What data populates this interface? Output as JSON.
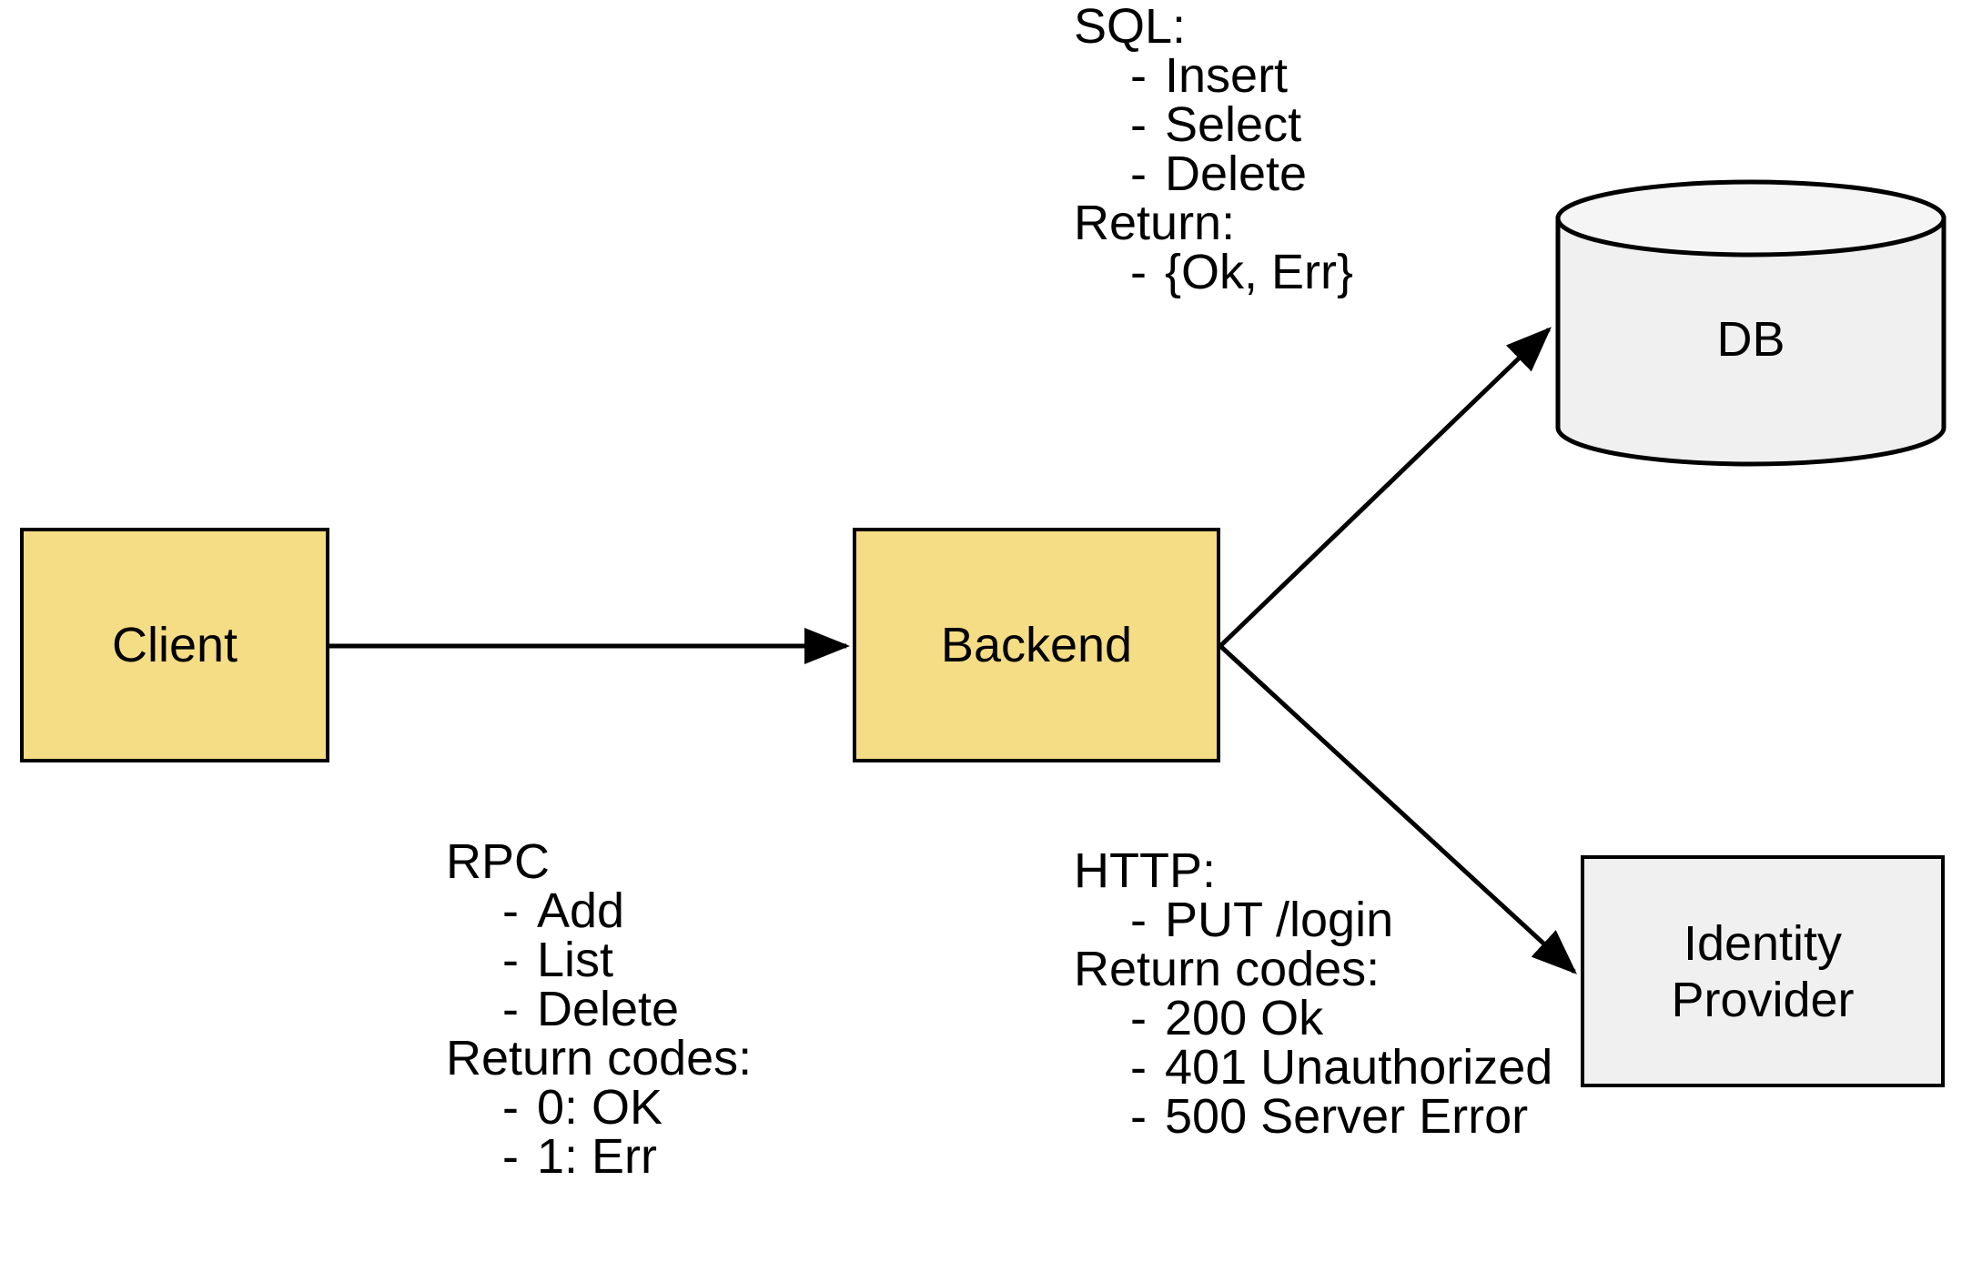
{
  "diagram": {
    "type": "architecture-flow",
    "background_color": "#ffffff",
    "node_fill_primary": "#f5dd85",
    "node_fill_secondary": "#f0f0f0",
    "stroke_color": "#000000"
  },
  "nodes": {
    "client": {
      "label": "Client",
      "shape": "rectangle",
      "fill": "#f5dd85"
    },
    "backend": {
      "label": "Backend",
      "shape": "rectangle",
      "fill": "#f5dd85"
    },
    "db": {
      "label": "DB",
      "shape": "cylinder",
      "fill": "#f0f0f0"
    },
    "identity_provider": {
      "label_line1": "Identity",
      "label_line2": "Provider",
      "shape": "rectangle",
      "fill": "#f0f0f0"
    }
  },
  "edges": [
    {
      "name": "client-to-backend",
      "from": "client",
      "to": "backend",
      "style": "solid-arrow",
      "annotation": "rpc"
    },
    {
      "name": "backend-to-db",
      "from": "backend",
      "to": "db",
      "style": "solid-arrow",
      "annotation": "sql"
    },
    {
      "name": "backend-to-identity-provider",
      "from": "backend",
      "to": "identity_provider",
      "style": "solid-arrow",
      "annotation": "http"
    }
  ],
  "annotations": {
    "rpc": {
      "heading": "RPC",
      "items": [
        "Add",
        "List",
        "Delete"
      ],
      "subheading": "Return codes:",
      "return_items": [
        "0: OK",
        "1: Err"
      ],
      "dash": "-"
    },
    "sql": {
      "heading": "SQL:",
      "items": [
        "Insert",
        "Select",
        "Delete"
      ],
      "subheading": "Return:",
      "return_items": [
        "{Ok, Err}"
      ],
      "dash": "-"
    },
    "http": {
      "heading": "HTTP:",
      "items": [
        "PUT /login"
      ],
      "subheading": "Return codes:",
      "return_items": [
        "200 Ok",
        "401 Unauthorized",
        "500 Server Error"
      ],
      "dash": "-"
    }
  }
}
